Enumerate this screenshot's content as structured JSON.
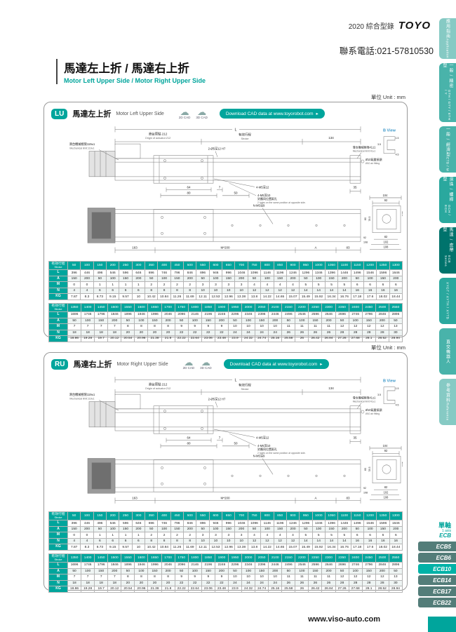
{
  "page": {
    "catalog": "2020 綜合型錄",
    "logo": "TOYO",
    "phone": "聯系電話:021-57810530",
    "title_zh": "馬達左上折 / 馬達右上折",
    "title_en": "Motor Left Upper Side / Motor Right Upper Side",
    "unit": "單位 Unit : mm",
    "footer_url": "www.viso-auto.com"
  },
  "cad": {
    "c2d": "2D CAD",
    "c3d": "3D CAD",
    "download": "Download CAD data at www.toyorobot.com"
  },
  "panels": [
    {
      "badge": "LU",
      "title_zh": "馬達左上折",
      "title_en": "Motor Left Upper Side"
    },
    {
      "badge": "RU",
      "title_zh": "馬達右上折",
      "title_en": "Motor Right Upper Side"
    }
  ],
  "drw": {
    "dim_L": "L",
    "origin_zh": "滑台原點 212",
    "origin_en": "Origin of actuator:212",
    "stroke_zh": "有效行程",
    "stroke_en": "Stroke",
    "dim_134": "134",
    "mech_left_zh": "滑台機械極限119±1",
    "mech_left_en": "Mechanical limit:119±1",
    "mech_right_zh": "滑台機械極限41±1",
    "mech_right_en": "Mechanical limit:41±1",
    "hole_top": "2-Ø5深12 H7",
    "b_view": "B View",
    "b_15": "1.5",
    "b_35": "3.5",
    "b_45": "4.5",
    "air_zh": "Ø10氣壓接頭",
    "air_en": "Ø10 air fitting",
    "d64": "64",
    "d80": "80",
    "d7": "7",
    "d50": "50",
    "m5_12": "4-M5深12",
    "m5_10": "4-M5深10",
    "m5_10_zh": "對應同位置兩孔",
    "m5_10_en": "2 holes on the same position at opposite side.",
    "d35": "35",
    "d104": "104",
    "d92": "92",
    "d435": "43.5",
    "d785": "78.5",
    "d60": "60",
    "d82": "82",
    "d102": "102",
    "d108": "108",
    "n_m5": "N-M5深9",
    "d163": "163",
    "dM200": "M*200",
    "dA": "A",
    "d83": "83",
    "d92v": "92",
    "d108v": "108"
  },
  "tables": [
    {
      "header_zh": "有效行程",
      "header_en": "Stroke",
      "strokes": [
        50,
        100,
        150,
        200,
        250,
        300,
        350,
        400,
        450,
        500,
        550,
        600,
        650,
        700,
        750,
        800,
        850,
        900,
        950,
        1000,
        1050,
        1100,
        1150,
        1200,
        1250,
        1300
      ],
      "rows": [
        {
          "label": "L",
          "values": [
            396,
            446,
            496,
            546,
            596,
            646,
            696,
            746,
            796,
            846,
            896,
            946,
            996,
            1046,
            1096,
            1146,
            1196,
            1246,
            1296,
            1346,
            1396,
            1446,
            1496,
            1546,
            1596,
            1646
          ]
        },
        {
          "label": "A",
          "values": [
            150,
            200,
            50,
            100,
            150,
            200,
            50,
            100,
            150,
            200,
            50,
            100,
            150,
            200,
            50,
            100,
            150,
            200,
            50,
            100,
            150,
            200,
            50,
            100,
            150,
            200
          ]
        },
        {
          "label": "M",
          "values": [
            0,
            0,
            1,
            1,
            1,
            1,
            2,
            2,
            2,
            2,
            3,
            3,
            3,
            3,
            4,
            4,
            4,
            4,
            5,
            5,
            5,
            5,
            6,
            6,
            6,
            6
          ]
        },
        {
          "label": "N",
          "values": [
            4,
            4,
            6,
            6,
            6,
            6,
            8,
            8,
            8,
            8,
            10,
            10,
            10,
            10,
            12,
            12,
            12,
            12,
            14,
            14,
            14,
            14,
            16,
            16,
            16,
            16
          ]
        },
        {
          "label": "KG",
          "values": [
            7.87,
            8.3,
            8.73,
            9.15,
            9.57,
            10,
            10.42,
            10.84,
            11.26,
            11.69,
            12.11,
            12.53,
            12.96,
            13.38,
            13.8,
            14.22,
            14.65,
            15.07,
            15.49,
            15.92,
            16.34,
            16.76,
            17.18,
            17.6,
            18.02,
            18.44
          ]
        }
      ]
    },
    {
      "header_zh": "有效行程",
      "header_en": "Stroke",
      "strokes": [
        1350,
        1400,
        1450,
        1500,
        1550,
        1600,
        1650,
        1700,
        1750,
        1800,
        1850,
        1900,
        1950,
        2000,
        2050,
        2100,
        2150,
        2200,
        2250,
        2300,
        2350,
        2400,
        2450,
        2500,
        2550
      ],
      "rows": [
        {
          "label": "L",
          "values": [
            1696,
            1746,
            1796,
            1846,
            1896,
            1946,
            1996,
            2046,
            2096,
            2146,
            2196,
            2246,
            2296,
            2346,
            2396,
            2446,
            2496,
            2546,
            2596,
            2646,
            2696,
            2746,
            2796,
            2846,
            2896
          ]
        },
        {
          "label": "A",
          "values": [
            50,
            100,
            150,
            200,
            50,
            100,
            150,
            200,
            50,
            100,
            150,
            200,
            50,
            100,
            150,
            200,
            50,
            100,
            150,
            200,
            50,
            100,
            150,
            200,
            50
          ]
        },
        {
          "label": "M",
          "values": [
            7,
            7,
            7,
            7,
            8,
            8,
            8,
            8,
            9,
            9,
            9,
            9,
            10,
            10,
            10,
            10,
            11,
            11,
            11,
            11,
            12,
            12,
            12,
            12,
            13
          ]
        },
        {
          "label": "N",
          "values": [
            18,
            18,
            18,
            18,
            20,
            20,
            20,
            20,
            22,
            22,
            22,
            22,
            24,
            24,
            24,
            24,
            26,
            26,
            26,
            26,
            28,
            28,
            28,
            28,
            30
          ]
        },
        {
          "label": "KG",
          "values": [
            18.86,
            19.28,
            19.7,
            20.12,
            20.54,
            20.96,
            21.38,
            21.8,
            22.22,
            22.64,
            23.06,
            23.48,
            23.9,
            24.32,
            24.74,
            25.16,
            25.58,
            26,
            26.42,
            26.84,
            27.26,
            27.68,
            28.1,
            28.52,
            28.94
          ]
        }
      ]
    }
  ],
  "sidebar": {
    "tabs": [
      {
        "zh": "應用指南",
        "en": "Application",
        "color": "#86cac4",
        "h": 58,
        "active": false
      },
      {
        "zh": "一般 / 精密型",
        "en": "GTH / GTY / ETH / Y",
        "color": "#49b3aa",
        "h": 84,
        "active": false
      },
      {
        "zh": "一般 / 經濟型",
        "en": "ETB / M",
        "color": "#49b3aa",
        "h": 66,
        "active": false
      },
      {
        "zh": "滾珠 / 螺桿型",
        "en": "GCH / ECH",
        "color": "#2aa89e",
        "h": 66,
        "active": false
      },
      {
        "zh": "馬達 / 皮帶型",
        "en": "ECB Series",
        "color": "#00736c",
        "h": 66,
        "active": true
      },
      {
        "zh": "",
        "en": "XYGT / XYTH / XYTB",
        "color": "#2aa89e",
        "h": 66,
        "active": false
      },
      {
        "zh": "直交機器人",
        "en": "",
        "color": "#49b3aa",
        "h": 66,
        "active": false
      },
      {
        "zh": "參考資料",
        "en": "Reference",
        "color": "#86cac4",
        "h": 66,
        "active": false
      }
    ]
  },
  "ecb": {
    "series_zh": "單軸",
    "series_en": "1 axis",
    "series_name": "ECB",
    "items": [
      {
        "label": "ECB5",
        "active": false
      },
      {
        "label": "ECB6",
        "active": false
      },
      {
        "label": "ECB10",
        "active": true
      },
      {
        "label": "ECB14",
        "active": false
      },
      {
        "label": "ECB17",
        "active": false
      },
      {
        "label": "ECB22",
        "active": false
      }
    ]
  },
  "colors": {
    "teal": "#00a59c",
    "tab_active": "#00736c",
    "ecb_active": "#00b2a7",
    "ecb_default": "#537d79",
    "b_view_blue": "#3b96c8"
  }
}
